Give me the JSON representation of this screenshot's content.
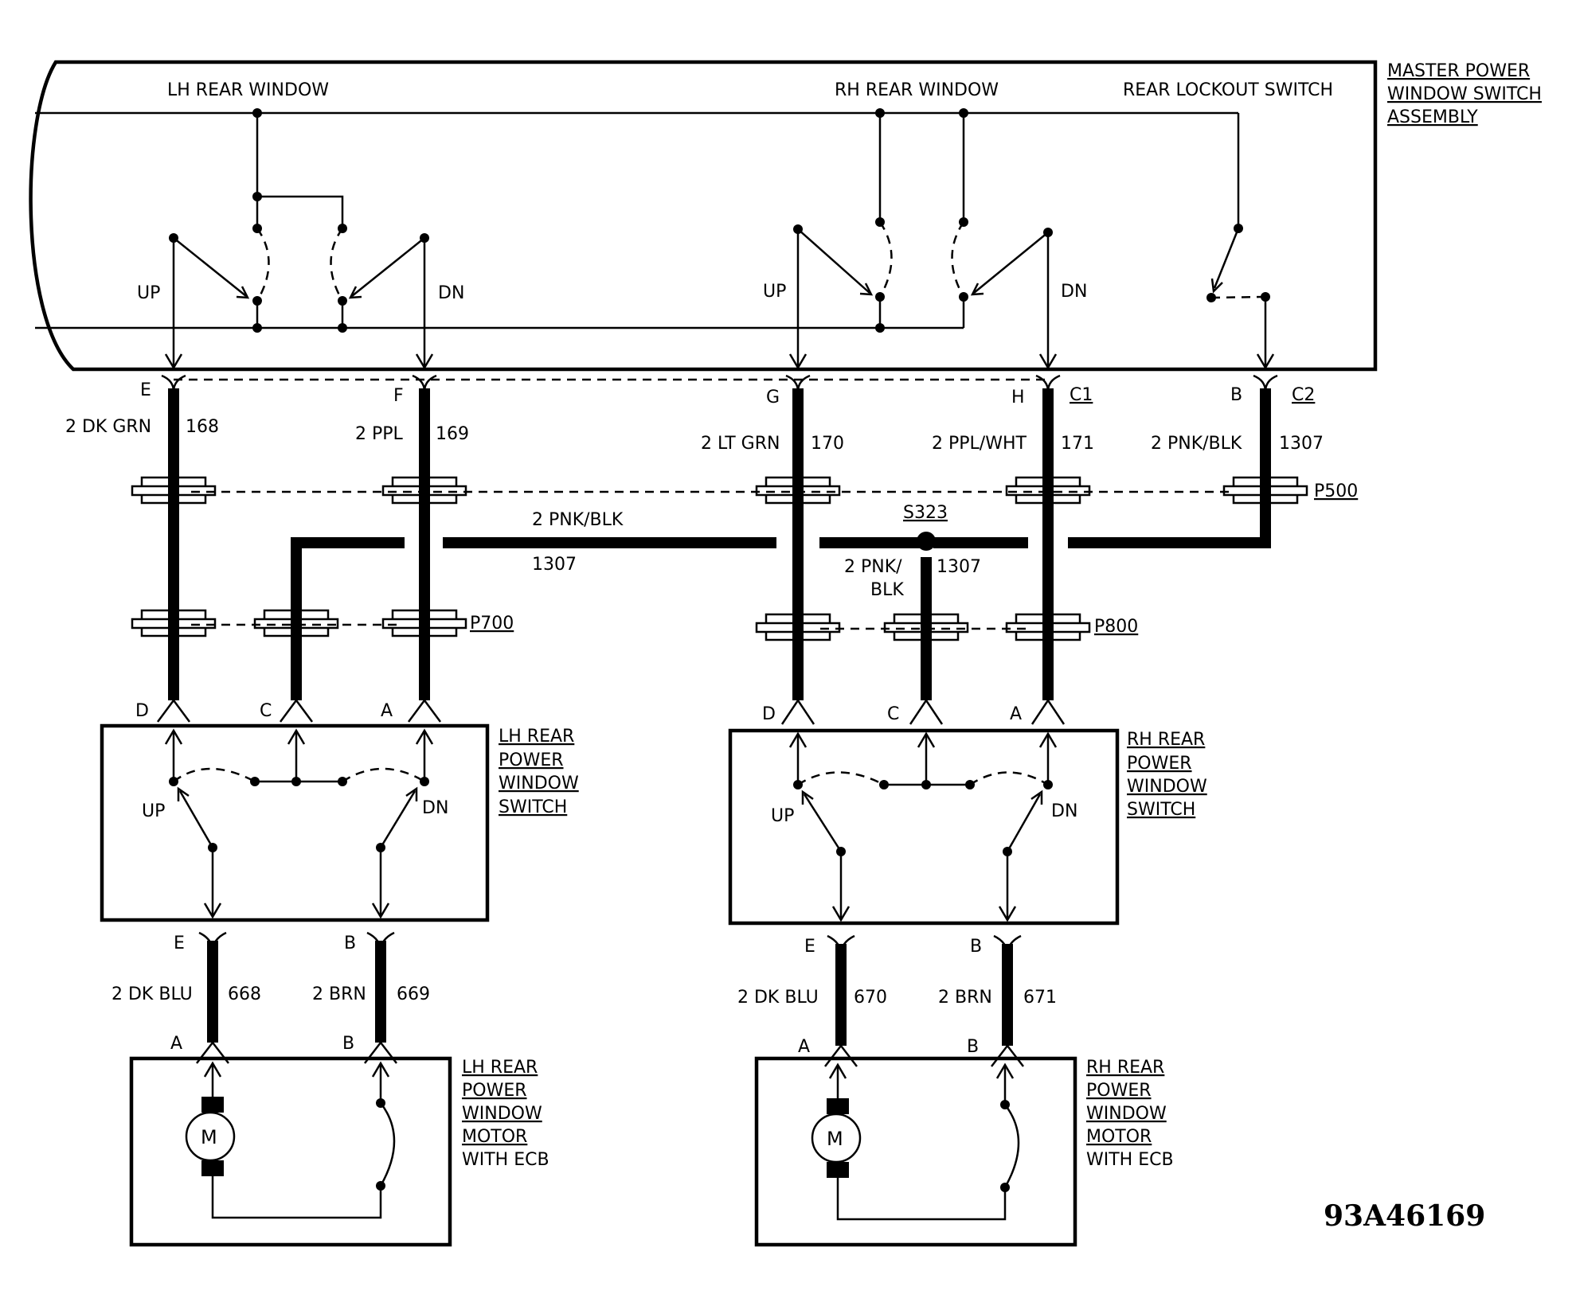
{
  "master": {
    "title": [
      "MASTER POWER",
      "WINDOW SWITCH",
      "ASSEMBLY"
    ],
    "lh_rear_window": "LH REAR WINDOW",
    "rh_rear_window": "RH REAR WINDOW",
    "rear_lockout_switch": "REAR LOCKOUT SWITCH",
    "up": "UP",
    "dn": "DN"
  },
  "terminals": {
    "E": "E",
    "F": "F",
    "G": "G",
    "H": "H",
    "C1": "C1",
    "B": "B",
    "C2": "C2",
    "D": "D",
    "C": "C",
    "A": "A"
  },
  "wires": [
    {
      "id": "168",
      "color": "2 DK GRN",
      "circuit": "168"
    },
    {
      "id": "169",
      "color": "2 PPL",
      "circuit": "169"
    },
    {
      "id": "170",
      "color": "2 LT GRN",
      "circuit": "170"
    },
    {
      "id": "171",
      "color": "2 PPL/WHT",
      "circuit": "171"
    },
    {
      "id": "1307",
      "color": "2 PNK/BLK",
      "circuit": "1307"
    }
  ],
  "splice_feed": {
    "color": "2 PNK/BLK",
    "circuit": "1307"
  },
  "splice_drop": {
    "color_line1": "2 PNK/",
    "color_line2": "BLK",
    "circuit": "1307"
  },
  "splice": "S323",
  "connectors": {
    "p500": "P500",
    "p700": "P700",
    "p800": "P800"
  },
  "lh_switch": {
    "title": [
      "LH REAR",
      "POWER",
      "WINDOW",
      "SWITCH"
    ],
    "up": "UP",
    "dn": "DN"
  },
  "rh_switch": {
    "title": [
      "RH REAR",
      "POWER",
      "WINDOW",
      "SWITCH"
    ],
    "up": "UP",
    "dn": "DN"
  },
  "motor_wires": [
    {
      "color": "2 DK BLU",
      "circuit": "668"
    },
    {
      "color": "2 BRN",
      "circuit": "669"
    },
    {
      "color": "2 DK BLU",
      "circuit": "670"
    },
    {
      "color": "2 BRN",
      "circuit": "671"
    }
  ],
  "lh_motor": {
    "title": [
      "LH REAR",
      "POWER",
      "WINDOW",
      "MOTOR",
      "WITH ECB"
    ],
    "symbol": "M"
  },
  "rh_motor": {
    "title": [
      "RH REAR",
      "POWER",
      "WINDOW",
      "MOTOR",
      "WITH ECB"
    ],
    "symbol": "M"
  },
  "figure_id": "93A46169"
}
